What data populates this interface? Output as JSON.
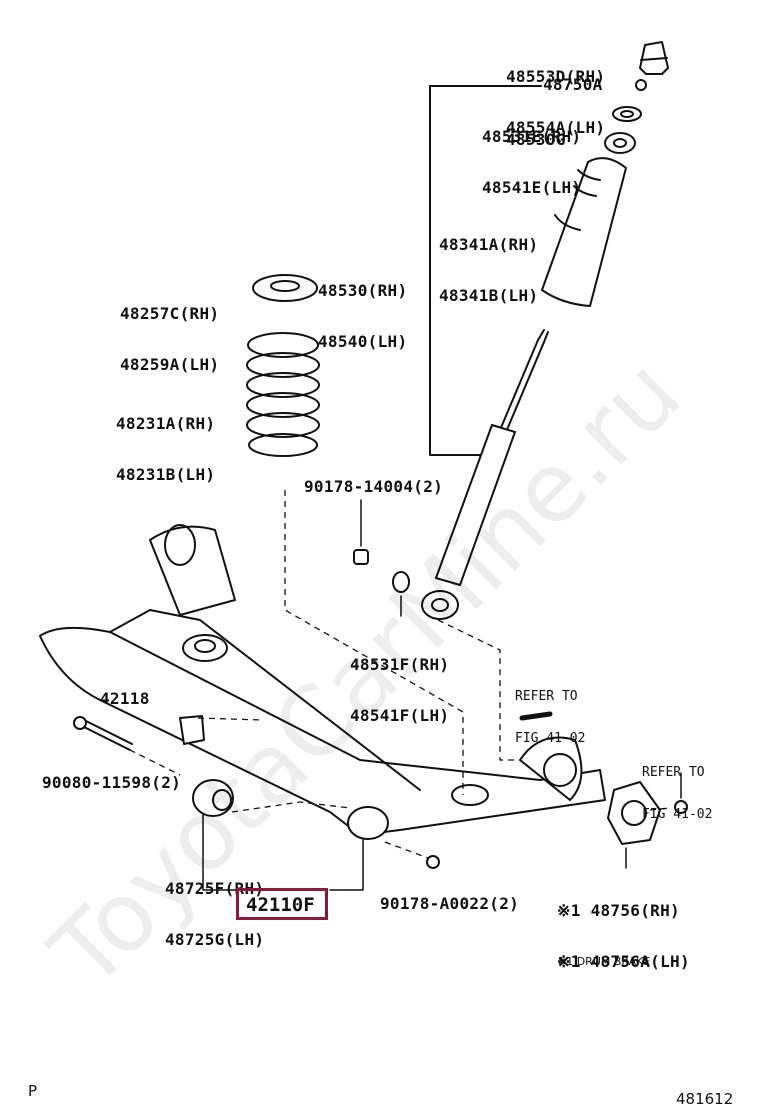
{
  "watermark": "ToyotaCarMine.ru",
  "highlight_part": "42110F",
  "callouts": {
    "bump_stopper": [
      "48553D(RH)",
      "48554A(LH)"
    ],
    "nut_48750": "48750A",
    "bearing": [
      "48531E(RH)",
      "48541E(LH)"
    ],
    "support": "48530G",
    "boot": [
      "48341A(RH)",
      "48341B(LH)"
    ],
    "absorber": [
      "48530(RH)",
      "48540(LH)"
    ],
    "insulator": [
      "48257C(RH)",
      "48259A(LH)"
    ],
    "coil_spring": [
      "48231A(RH)",
      "48231B(LH)"
    ],
    "nut_top": "90178-14004(2)",
    "lower_insulator": [
      "48531F(RH)",
      "48541F(LH)"
    ],
    "cushion": "42118",
    "bolt": "90080-11598(2)",
    "bushing": [
      "48725F(RH)",
      "48725G(LH)"
    ],
    "nut_bottom": "90178-A0022(2)",
    "plate": [
      "※1 48756(RH)",
      "※1 48756A(LH)"
    ]
  },
  "refs": {
    "ref1": [
      "REFER TO",
      "FIG 41-02"
    ],
    "ref2": [
      "REFER TO",
      "FIG 41-02"
    ]
  },
  "footnote": "※1 DRUM BRAKE",
  "corner_left": "P",
  "corner_right": "481612",
  "colors": {
    "highlight": "#8b1a3a",
    "line": "#111111"
  }
}
